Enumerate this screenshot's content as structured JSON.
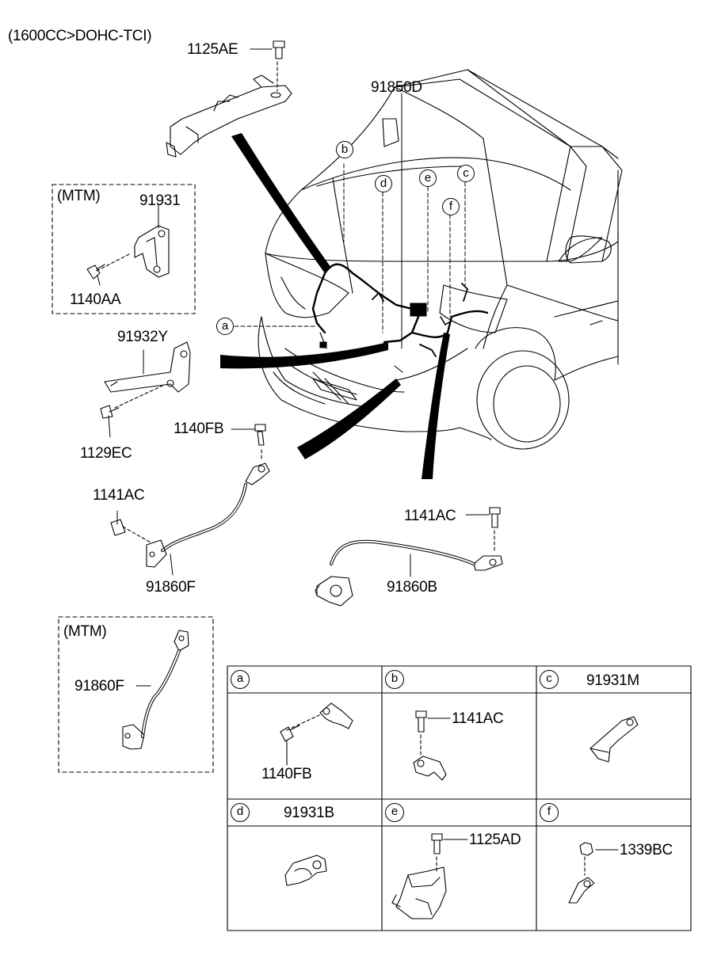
{
  "header": {
    "variant": "(1600CC>DOHC-TCI)"
  },
  "labels": {
    "p1125AE": "1125AE",
    "p91850D": "91850D",
    "p91931": "91931",
    "p1140AA": "1140AA",
    "p91932Y": "91932Y",
    "p1129EC": "1129EC",
    "p1140FB": "1140FB",
    "p1141AC_left": "1141AC",
    "p91860F": "91860F",
    "p1141AC_right": "1141AC",
    "p91860B": "91860B",
    "p91860F_mtm": "91860F"
  },
  "mtm_boxes": {
    "top": "(MTM)",
    "bottom": "(MTM)"
  },
  "callouts": [
    "a",
    "b",
    "c",
    "d",
    "e",
    "f"
  ],
  "detail_table": {
    "cells": [
      {
        "key": "a",
        "title": "",
        "parts": [
          "1140FB"
        ]
      },
      {
        "key": "b",
        "title": "",
        "parts": [
          "1141AC"
        ]
      },
      {
        "key": "c",
        "title": "91931M",
        "parts": []
      },
      {
        "key": "d",
        "title": "91931B",
        "parts": []
      },
      {
        "key": "e",
        "title": "",
        "parts": [
          "1125AD"
        ]
      },
      {
        "key": "f",
        "title": "",
        "parts": [
          "1339BC"
        ]
      }
    ]
  }
}
